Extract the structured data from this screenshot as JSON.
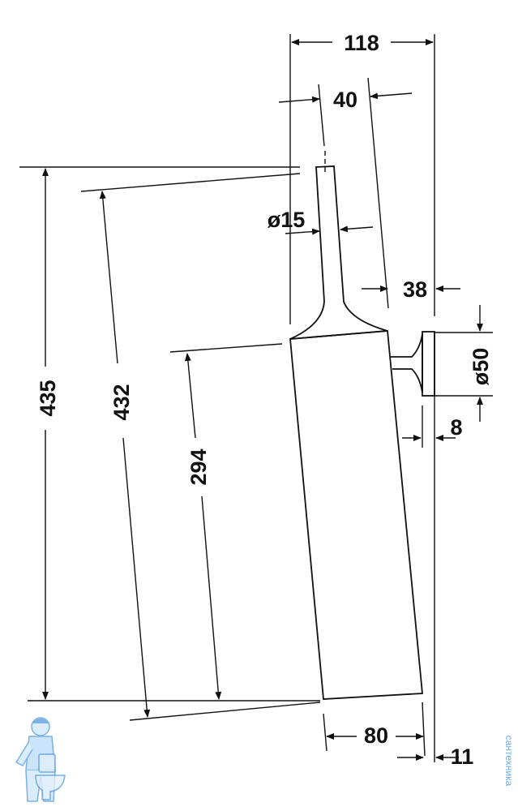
{
  "dimensions": {
    "width_total": "118",
    "handle_offset": "40",
    "handle_diameter": "ø15",
    "top_depth": "38",
    "mount_diameter": "ø50",
    "mount_thickness": "8",
    "height_total": "435",
    "brush_length": "432",
    "holder_height": "294",
    "base_width": "80",
    "base_offset": "11"
  },
  "watermark": {
    "text": "сантехника"
  },
  "colors": {
    "line": "#111111",
    "watermark": "#6aaee8"
  },
  "icons": [
    "plumber-mascot-icon",
    "toilet-icon"
  ]
}
